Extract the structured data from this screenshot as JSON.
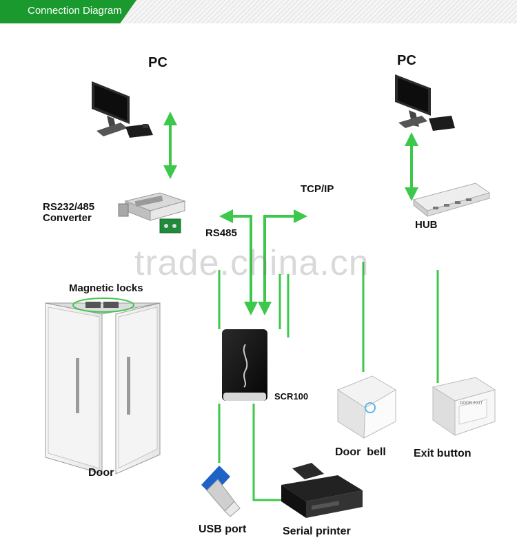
{
  "header": {
    "title": "Connection Diagram"
  },
  "labels": {
    "pc_left": "PC",
    "pc_right": "PC",
    "converter_line1": "RS232/485",
    "converter_line2": "Converter",
    "tcpip": "TCP/IP",
    "rs485": "RS485",
    "hub": "HUB",
    "magnetic_locks": "Magnetic locks",
    "door": "Door",
    "reader": "SCR100",
    "door_bell": "Door  bell",
    "exit_button": "Exit button",
    "usb_port": "USB port",
    "serial_printer": "Serial printer"
  },
  "watermark": "trade.china.cn",
  "device_text": {
    "exit_button_face": "DOOR EXIT"
  },
  "colors": {
    "header": "#1a9a2e",
    "connection_line": "#3cc84a",
    "text": "#111111"
  }
}
